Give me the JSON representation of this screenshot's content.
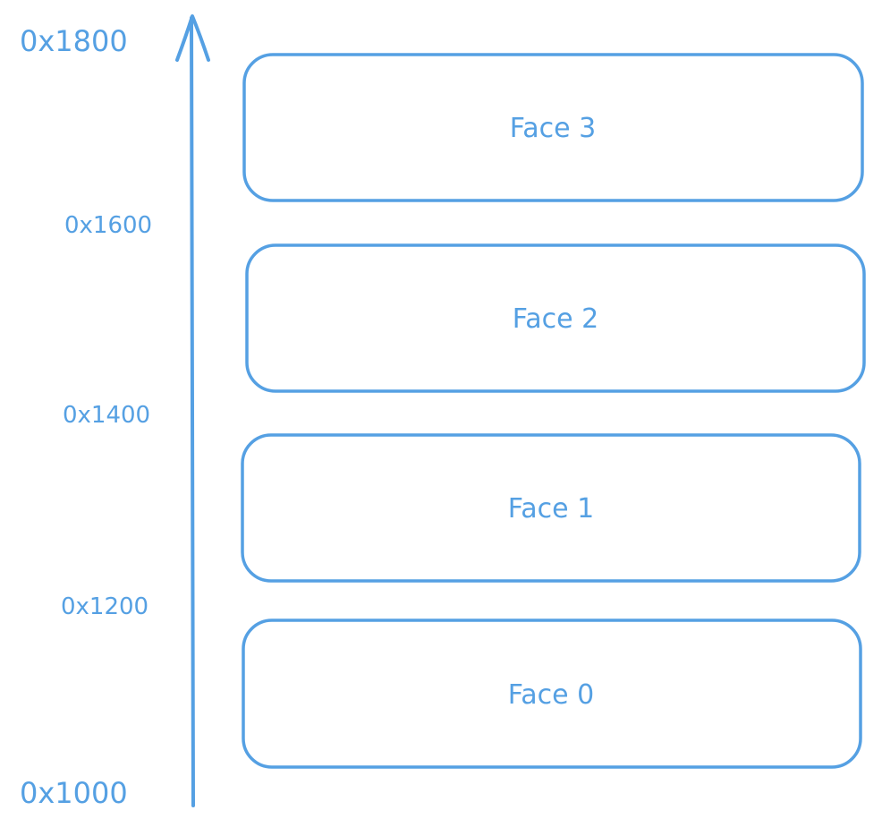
{
  "color": "#55a0e3",
  "axis": {
    "labels": [
      "0x1800",
      "0x1600",
      "0x1400",
      "0x1200",
      "0x1000"
    ]
  },
  "faces": [
    "Face 3",
    "Face 2",
    "Face 1",
    "Face 0"
  ]
}
